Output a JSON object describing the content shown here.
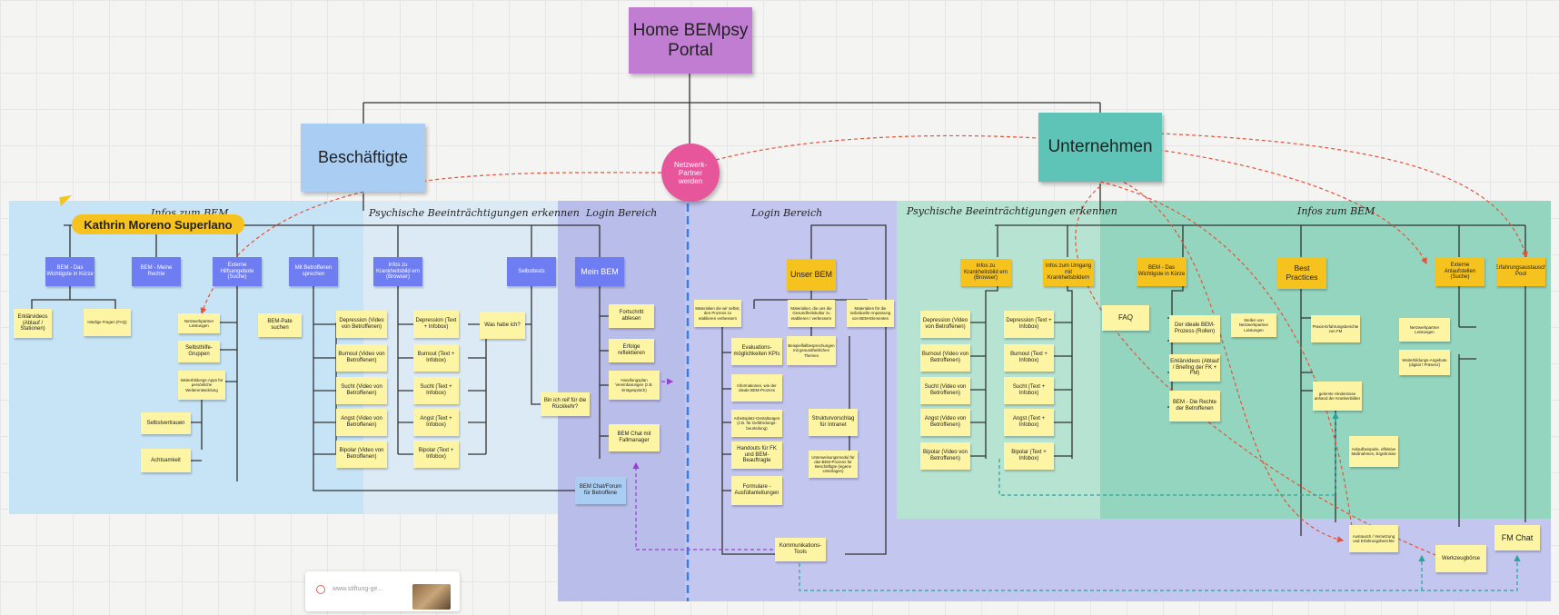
{
  "colors": {
    "home": "#c07dd1",
    "employee": "#a9cdf3",
    "company": "#5fc4b8",
    "network": "#e7559a",
    "region_employee_left": "#c6e4f6",
    "region_employee_right": "#dbeaf5",
    "region_login": "#b9bde9",
    "region_company_left": "#b6e3d2",
    "region_company_right": "#94d5bf",
    "node_blue": "#6f7df2",
    "node_yellow": "#fdf5a3",
    "node_gold": "#f6c21e",
    "dashed_red": "#e5533a",
    "dashed_purple": "#9b3fd0",
    "dashed_teal": "#2aa39a"
  },
  "top": {
    "home": "Home BEMpsy Portal",
    "employee": "Beschäftigte",
    "company": "Unternehmen",
    "network": "Netzwerk-Partner werden",
    "user_tag": "Kathrin Moreno Superlano"
  },
  "sections": {
    "infos_left": "Infos zum BEM",
    "psych_left": "Psychische Beeinträchtigungen erkennen",
    "login_left": "Login Bereich",
    "login_right": "Login Bereich",
    "psych_right": "Psychische Beeinträchtigungen erkennen",
    "infos_right": "Infos zum BEM"
  },
  "left": {
    "bem_wichtigste": "BEM - Das Wichtigste in Kürze",
    "bem_rechte": "BEM - Meine Rechte",
    "externe_hilfe": "Externe Hilfsangebote (Suche)",
    "mit_betroffenen": "Mit Betroffenen sprechen",
    "infos_krankheit": "Infos zu Krankheitsbild ern (Browser)",
    "selbsttests": "Selbsttests",
    "erklaervideos": "Erklärvideos (Ablauf / Stationen)",
    "haeufige_fragen": "Häufige Fragen (FAQ)",
    "netzwerk_leistungen": "Netzwerkpartner Leistungen",
    "selbsthilfe": "Selbsthilfe-Gruppen",
    "weiterbildung": "Weiterbildungs-Apps für persönliche Weiterentwicklung",
    "selbstvertrauen": "Selbstvertrauen",
    "achtsamkeit": "Achtsamkeit",
    "bem_pate": "BEM-Pate suchen",
    "was_habe_ich": "Was habe ich?",
    "bin_ich_reif": "Bin ich reif für die Rückkehr?"
  },
  "diseases": [
    {
      "video": "Depression (Video von Betroffenen)",
      "text": "Depression (Text + Infobox)"
    },
    {
      "video": "Burnout (Video von Betroffenen)",
      "text": "Burnout (Text + Infobox)"
    },
    {
      "video": "Sucht (Video von Betroffenen)",
      "text": "Sucht (Text + Infobox)"
    },
    {
      "video": "Angst (Video von Betroffenen)",
      "text": "Angst (Text + Infobox)"
    },
    {
      "video": "Bipolar (Video von Betroffenen)",
      "text": "Bipolar (Text + Infobox)"
    }
  ],
  "login_left": {
    "mein_bem": "Mein BEM",
    "fortschritt": "Fortschritt ablesen",
    "erfolge": "Erfolge reflektieren",
    "handlungs": "Handlungsplan Vereinbarungen (z.B. Erstgespräch)",
    "bem_chat": "BEM Chat mit Fallmanager",
    "chatforum": "BEM Chat/Forum für Betroffene"
  },
  "login_right": {
    "unser_bem": "Unser BEM",
    "mat1": "Materialien die wir selbst, den Prozess zu etablieren verbessern",
    "mat2": "Materialien, die uns die Gesundheitskultur zu etablieren / verbessern",
    "mat3": "Materialien für die individuelle Anpassung von BEM-Elementen",
    "eval": "Evaluations-möglichkeiten KPIs",
    "info_ideal": "Informationen, wie der ideale BEM-Prozess",
    "arbeitsplatz": "Arbeitsplatz-Gestaltungen (z.B. für Gefährdungs-beurteilung)",
    "handouts": "Handouts für FK und BEM-Beauftragte",
    "formulare": "Formulare - Ausfüllanleitungen",
    "beispielfallbesp": "Beispielfallbesprechungen mit gesundheitlichen Themen",
    "struktur": "Strukturvorschlag für Intranet",
    "unterweisung": "Unterweisungsmodul für das BEM-Prozess für Beschäftigte (eigene Unterlagen)",
    "kommunikation": "Kommunikations-Tools"
  },
  "company": {
    "infos_krankheit": "Infos zu Krankheitsbild ern (Browser)",
    "infos_umgang": "Infos zum Umgang mit Krankheitsbildern",
    "bem_wichtigste": "BEM - Das Wichtigste in Kürze",
    "best_practices": "Best Practices",
    "externe_anlauf": "Externe Anlaufstellen (Suche)",
    "erfahrungsaustausch": "Erfahrungsaustausch Pool",
    "faq": "FAQ",
    "ideale_prozess": "Der ideale BEM-Prozess (Rollen)",
    "stellen": "Stellen von Netzwerkpartner Leistungen",
    "erklaervideos": "Erklärvideos (Ablauf / Briefing der FK + FM)",
    "rechte": "BEM - Die Rechte der Betroffenen",
    "praxis": "Praxis-Erfahrungsberichte von FM",
    "gelernte": "gelernte Hindernisse anhand der Krankenbilder",
    "anlaufbeispiele": "Anlaufbeispiele, effektive Maßnahmen, Ergebnisse",
    "austausch": "Austausch / Vernetzung und Erfahrungsberichte",
    "netzwerk_leistungen": "Netzwerkpartner Leistungen",
    "weiterbildung": "Weiterbildungs-Angebote (digital / Präsenz)",
    "werkzeugboerse": "Werkzeugbörse",
    "fm_chat": "FM Chat"
  },
  "footer": {
    "url_text": "www.stiftung-ge..."
  }
}
